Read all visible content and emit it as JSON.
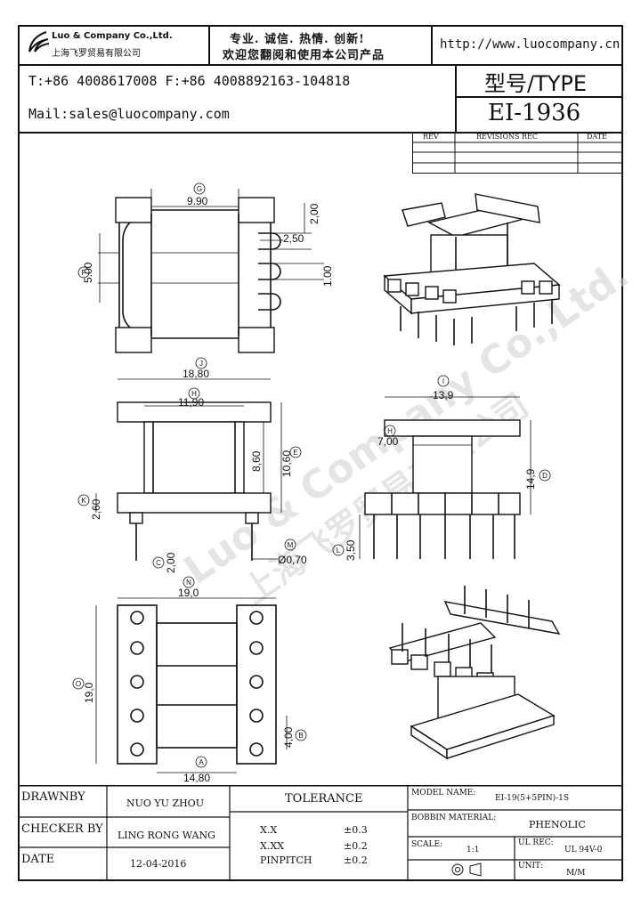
{
  "header": {
    "company_en": "Luo & Company Co.,Ltd.",
    "company_cn": "上海飞罗贸易有限公司",
    "slogan_line1": "专业. 诚信.  热情.  创新!",
    "slogan_line2": "欢迎您翻阅和使用本公司产品",
    "url": "http://www.luocompany.cn",
    "phone_fax": "T:+86 4008617008 F:+86 4008892163-104818",
    "mail": "Mail:sales@luocompany.com",
    "type_label": "型号/TYPE",
    "type_value": "EI-1936"
  },
  "revisions": {
    "col_rev": "REV",
    "col_desc": "REVISIONS REC",
    "col_date": "DATE"
  },
  "dimensions": {
    "d_9_90": "9.90",
    "d_2_00a": "2,00",
    "d_2_50": "2,50",
    "d_5_00": "5.00",
    "d_1_00": "1.00",
    "d_18_80": "18,80",
    "d_11_90": "11,90",
    "d_8_60": "8,60",
    "d_10_60": "10,60",
    "d_2_60": "2,60",
    "d_2_00b": "2,00",
    "d_0_70": "Ø0,70",
    "d_13_9": "13,9",
    "d_7_00": "7,00",
    "d_14_9": "14,9",
    "d_3_50": "3,50",
    "d_19_0a": "19,0",
    "d_19_0b": "19,0",
    "d_4_00": "4,00",
    "d_14_80": "14,80",
    "labels": [
      "G",
      "F",
      "J",
      "H",
      "E",
      "K",
      "C",
      "M",
      "I",
      "H",
      "D",
      "L",
      "N",
      "O",
      "B",
      "A"
    ]
  },
  "watermark": {
    "line1": "Luo & Company Co.,Ltd.",
    "line2": "上海飞罗贸易有限公司"
  },
  "title_block": {
    "drawn_by_label": "DRAWNBY",
    "drawn_by_value": "NUO YU ZHOU",
    "checker_label": "CHECKER BY",
    "checker_value": "LING RONG WANG",
    "date_label": "DATE",
    "date_value": "12-04-2016",
    "tolerance_label": "TOLERANCE",
    "tol_xx_label": "X.X",
    "tol_xx_value": "±0.3",
    "tol_xxx_label": "X.XX",
    "tol_xxx_value": "±0.2",
    "tol_pin_label": "PINPITCH",
    "tol_pin_value": "±0.2",
    "model_label": "MODEL NAME:",
    "model_value": "EI-19(5+5PIN)-1S",
    "bobbin_label": "BOBBIN MATERIAL:",
    "bobbin_value": "PHENOLIC",
    "scale_label": "SCALE:",
    "scale_value": "1:1",
    "ulrec_label": "UL REC:",
    "ulrec_value": "UL 94V-0",
    "unit_label": "UNIT:",
    "unit_value": "M/M"
  }
}
